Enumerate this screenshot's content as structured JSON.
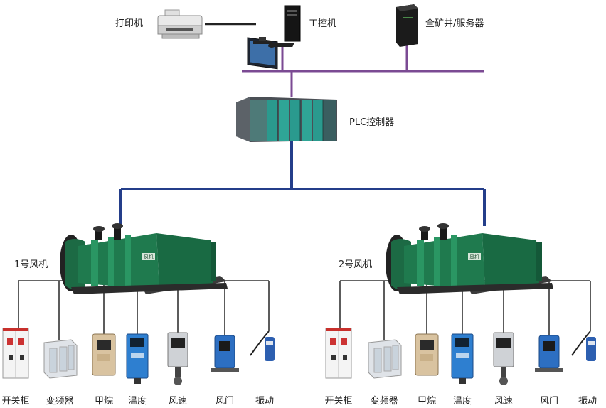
{
  "top": {
    "printer_label": "打印机",
    "pc_label": "工控机",
    "server_label": "全矿井/服务器"
  },
  "plc": {
    "label": "PLC控制器"
  },
  "fans": [
    {
      "label": "1号风机",
      "plate_text": "风机",
      "devices": [
        "开关柜",
        "变频器",
        "甲烷",
        "温度",
        "风速",
        "风门",
        "振动"
      ]
    },
    {
      "label": "2号风机",
      "plate_text": "风机",
      "devices": [
        "开关柜",
        "变频器",
        "甲烷",
        "温度",
        "风速",
        "风门",
        "振动"
      ]
    }
  ],
  "colors": {
    "ethernet_bus": "#7b4a93",
    "plc_bus": "#243e8a",
    "device_wire": "#333333",
    "fan_body": "#1f7a4e",
    "plc_module": "#2a9a8e"
  },
  "icons": {
    "printer": "printer-icon",
    "pc": "desktop-pc-icon",
    "server": "server-tower-icon",
    "plc": "plc-rack-icon",
    "fan": "axial-fan-icon",
    "switchgear": "switchgear-cabinet-icon",
    "inverter": "frequency-converter-icon",
    "methane": "methane-sensor-icon",
    "temperature": "temperature-sensor-icon",
    "wind_speed": "wind-speed-sensor-icon",
    "damper": "air-door-sensor-icon",
    "vibration": "vibration-sensor-icon"
  }
}
